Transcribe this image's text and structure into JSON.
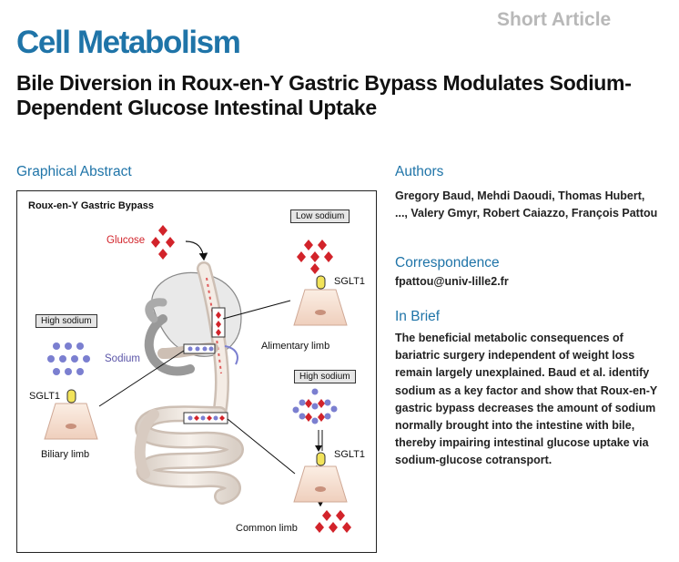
{
  "header": {
    "article_type": "Short Article",
    "journal": "Cell Metabolism"
  },
  "title": "Bile Diversion in Roux-en-Y Gastric Bypass Modulates Sodium-Dependent Glucose Intestinal Uptake",
  "sections": {
    "graphical_abstract": "Graphical Abstract",
    "authors": "Authors",
    "correspondence": "Correspondence",
    "in_brief": "In Brief"
  },
  "authors": "Gregory Baud, Mehdi Daoudi, Thomas Hubert, ..., Valery Gmyr, Robert Caiazzo, François Pattou",
  "correspondence_email": "fpattou@univ-lille2.fr",
  "in_brief": "The beneficial metabolic consequences of bariatric surgery independent of weight loss remain largely unexplained. Baud et al. identify sodium as a key factor and show that Roux-en-Y gastric bypass decreases the amount of sodium normally brought into the intestine with bile, thereby impairing intestinal glucose uptake via sodium-glucose cotransport.",
  "figure": {
    "title": "Roux-en-Y Gastric Bypass",
    "glucose_label": "Glucose",
    "sodium_label": "Sodium",
    "low_sodium": "Low sodium",
    "high_sodium_left": "High sodium",
    "high_sodium_right": "High sodium",
    "sglt1_top": "SGLT1",
    "sglt1_left": "SGLT1",
    "sglt1_right": "SGLT1",
    "alimentary_limb": "Alimentary limb",
    "biliary_limb": "Biliary limb",
    "common_limb": "Common limb",
    "colors": {
      "glucose": "#d2232a",
      "sodium": "#7b7fd0",
      "transporter": "#f2e35a",
      "cell": "#f4e0d2",
      "intestine": "#efe5dc",
      "accent": "#1f74a8"
    }
  }
}
